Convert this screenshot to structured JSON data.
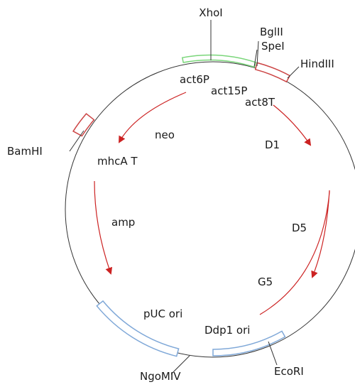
{
  "sites": {
    "xhoi": "XhoI",
    "bglii": "BglII",
    "spei": "SpeI",
    "hindiii": "HindIII",
    "bamhi": "BamHI",
    "ecori": "EcoRI",
    "ngomiv": "NgoMIV"
  },
  "features": {
    "act6p": "act6P",
    "act15p": "act15P",
    "act8t": "act8T",
    "neo": "neo",
    "mhca_t": "mhcA T",
    "amp": "amp",
    "puc_ori": "pUC ori",
    "ddp1_ori": "Ddp1 ori",
    "d1": "D1",
    "d5": "D5",
    "g5": "G5"
  },
  "colors": {
    "backbone": "#333333",
    "promoter_box": "#7ad67a",
    "terminator_box": "#cc4444",
    "ori_box": "#7fa8d8",
    "arrow": "#cc2222"
  }
}
